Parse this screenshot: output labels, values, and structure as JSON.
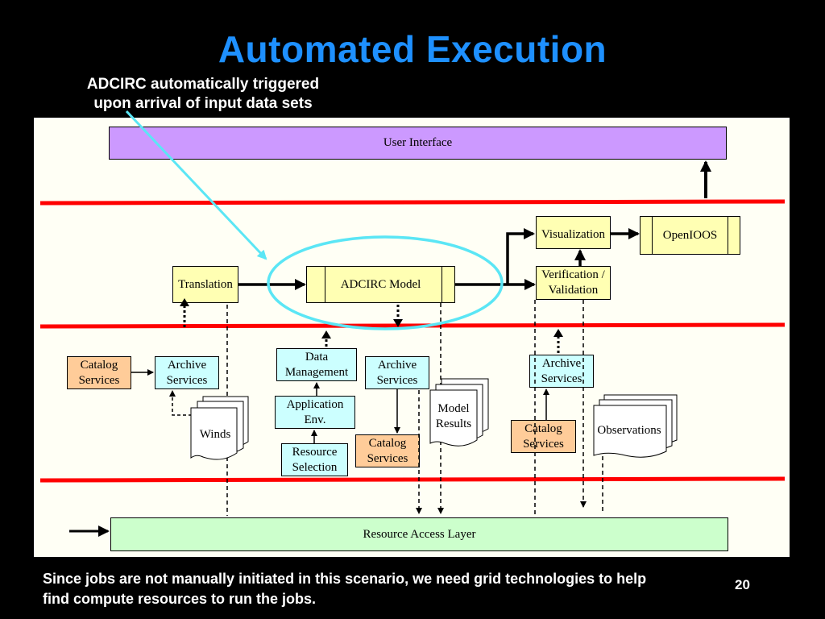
{
  "slide": {
    "title": "Automated Execution",
    "callout": "ADCIRC automatically triggered\nupon arrival of input data sets",
    "footer": "Since jobs are not manually initiated in this scenario, we need grid technologies to help find compute resources to run the jobs.",
    "page_number": "20"
  },
  "diagram": {
    "user_interface": "User Interface",
    "visualization": "Visualization",
    "openioos": "OpenIOOS",
    "translation": "Translation",
    "adcirc_model": "ADCIRC Model",
    "verification": "Verification /\nValidation",
    "catalog_services_left": "Catalog\nServices",
    "archive_services_left": "Archive\nServices",
    "data_management": "Data\nManagement",
    "application_env": "Application\nEnv.",
    "resource_selection": "Resource\nSelection",
    "archive_services_mid": "Archive\nServices",
    "catalog_services_mid": "Catalog\nServices",
    "archive_services_right": "Archive\nServices",
    "catalog_services_right": "Catalog\nServices",
    "winds": "Winds",
    "model_results": "Model\nResults",
    "observations": "Observations",
    "resource_access_layer": "Resource Access Layer"
  },
  "colors": {
    "title": "#1E90FF",
    "divider": "#FF0000",
    "callout_arrow": "#5BE6F5",
    "highlight_ellipse": "#5BE6F5",
    "user_interface_fill": "#CC99FF",
    "process_fill": "#FFFFB3",
    "service_fill": "#CCFFFF",
    "catalog_fill": "#FFCC99",
    "access_layer_fill": "#CCFFCC"
  }
}
